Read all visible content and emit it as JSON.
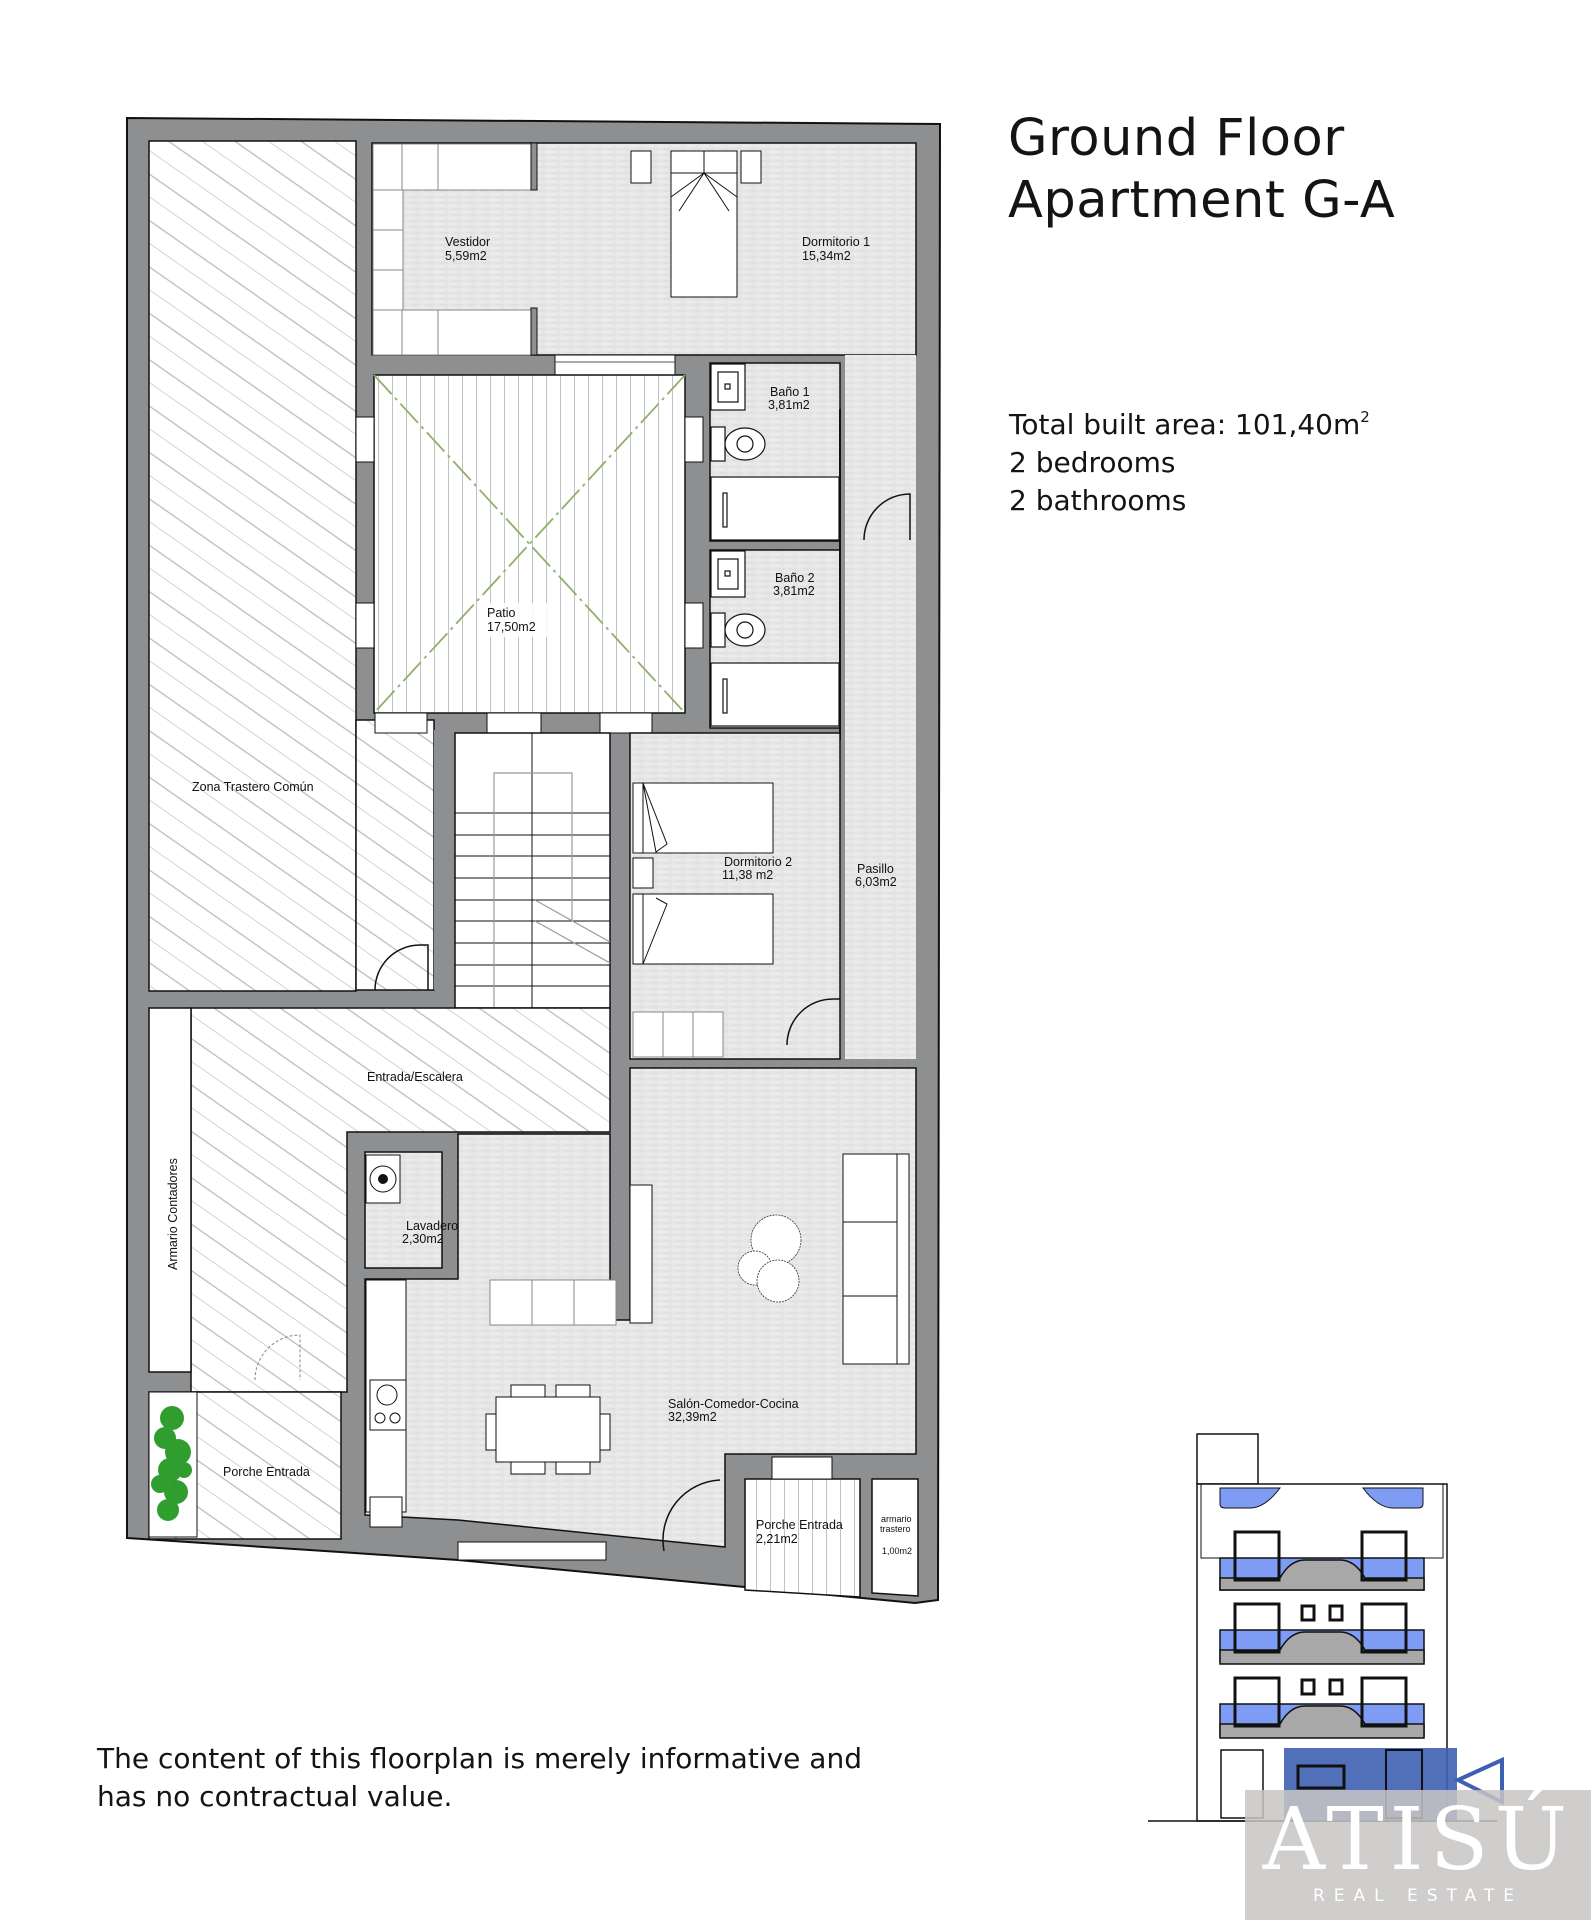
{
  "header": {
    "title_line1": "Ground Floor",
    "title_line2": "Apartment G-A"
  },
  "summary": {
    "total_area_label": "Total built area: 101,40m",
    "total_area_sup": "2",
    "bedrooms": "2 bedrooms",
    "bathrooms": "2 bathrooms"
  },
  "rooms": [
    {
      "id": "vestidor",
      "name": "Vestidor",
      "area": "5,59m2"
    },
    {
      "id": "dormitorio1",
      "name": "Dormitorio 1",
      "area": "15,34m2"
    },
    {
      "id": "bano1",
      "name": "Baño 1",
      "area": "3,81m2"
    },
    {
      "id": "bano2",
      "name": "Baño 2",
      "area": "3,81m2"
    },
    {
      "id": "patio",
      "name": "Patio",
      "area": "17,50m2"
    },
    {
      "id": "zona_trastero",
      "name": "Zona Trastero Común",
      "area": ""
    },
    {
      "id": "dormitorio2",
      "name": "Dormitorio 2",
      "area": "11,38 m2"
    },
    {
      "id": "pasillo",
      "name": "Pasillo",
      "area": "6,03m2"
    },
    {
      "id": "entrada_escalera",
      "name": "Entrada/Escalera",
      "area": ""
    },
    {
      "id": "armario_contadores",
      "name": "Armario Contadores",
      "area": ""
    },
    {
      "id": "lavadero",
      "name": "Lavadero",
      "area": "2,30m2"
    },
    {
      "id": "salon",
      "name": "Salón-Comedor-Cocina",
      "area": "32,39m2"
    },
    {
      "id": "porche_entrada_left",
      "name": "Porche Entrada",
      "area": ""
    },
    {
      "id": "porche_entrada_right",
      "name": "Porche Entrada",
      "area": "2,21m2"
    },
    {
      "id": "armario_trastero",
      "name_line1": "armario",
      "name_line2": "trastero",
      "area": "1,00m2"
    }
  ],
  "colors": {
    "wall": "#8e8f91",
    "floor": "#e4e4e4",
    "hatch": "#b5b5b5",
    "patio_diag": "#8fb06a",
    "plant": "#2f9e2f",
    "elevation_blue": "#7f9cf5",
    "elevation_dark_blue": "#3f5fb3",
    "balcony_gray": "#a8a8a8"
  },
  "footer": {
    "disclaimer_line1": "The content of this floorplan is merely informative and",
    "disclaimer_line2": "has no contractual value."
  },
  "watermark": {
    "brand": "ATISÚ",
    "subtitle": "REAL ESTATE"
  }
}
